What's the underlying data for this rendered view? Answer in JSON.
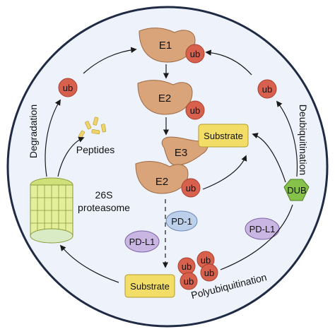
{
  "colors": {
    "background_circle": "#eef3fb",
    "circle_border": "#1f2a44",
    "enzyme_fill": "#d9a47a",
    "enzyme_stroke": "#9c6a43",
    "ub_fill": "#d8614d",
    "substrate_fill": "#f2dd66",
    "pd1_fill": "#bcd0ec",
    "pdl1_fill": "#c9b6e3",
    "dub_fill": "#86c24a",
    "proteasome_ring": "#e3ef9a",
    "peptide_fill": "#f0d36a"
  },
  "labels": {
    "e1": "E1",
    "e2_top": "E2",
    "e3": "E3",
    "e2_bottom": "E2",
    "ub": "ub",
    "substrate": "Substrate",
    "peptides": "Peptides",
    "proteasome_line1": "26S",
    "proteasome_line2": "proteasome",
    "pd1": "PD-1",
    "pdl1": "PD-L1",
    "dub": "DUB",
    "degradation": "Degradation",
    "deubiquitination": "Deubiquitination",
    "polyubiquitination": "Polyubiquitination"
  }
}
